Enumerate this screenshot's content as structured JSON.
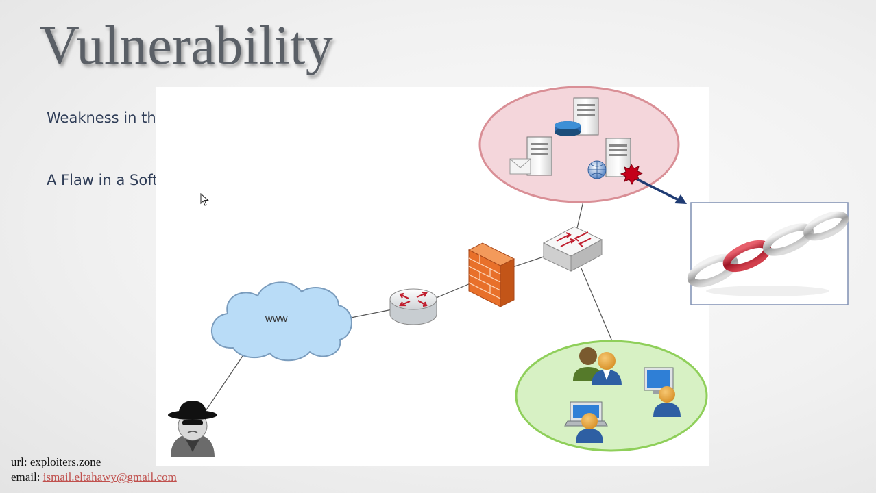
{
  "slide": {
    "title": "Vulnerability",
    "bullets": [
      "Weakness in the System",
      "A Flaw in a Software, OS or Service"
    ]
  },
  "diagram": {
    "cloud_label": "www"
  },
  "footer": {
    "url_label": "url:",
    "url_value": "exploiters.zone",
    "email_label": "email:",
    "email_value": "ismail.eltahawy@gmail.com"
  },
  "colors": {
    "title_text": "#5a5f66",
    "bullet_text": "#2f3d57",
    "server_zone": "#f4d6db",
    "user_zone": "#d7f1c4",
    "cloud": "#b9dcf7",
    "firewall": "#e8702a",
    "email_link": "#c0504d",
    "exploit_arrow": "#1f3b73"
  }
}
